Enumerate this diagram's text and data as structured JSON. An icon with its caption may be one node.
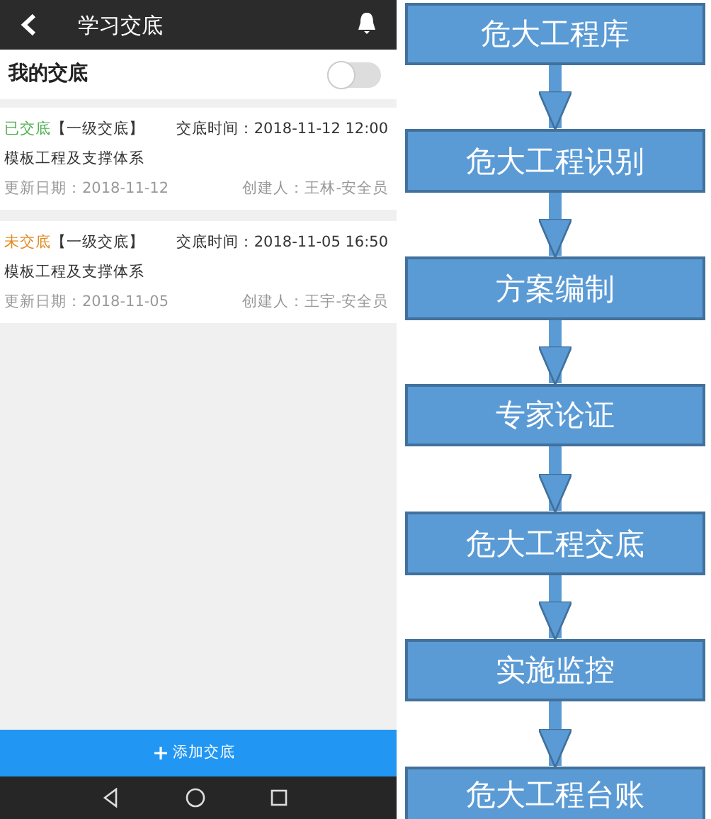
{
  "diagram": {
    "nodes": [
      {
        "text": [
          "危大工程库"
        ]
      },
      {
        "text": [
          "危大工程识别"
        ]
      },
      {
        "text": [
          "方案编制"
        ]
      },
      {
        "text": [
          "专家论证"
        ]
      },
      {
        "text": [
          "危大工程交底"
        ]
      },
      {
        "text": [
          "实施监控"
        ]
      },
      {
        "text": [
          "危大工程台账"
        ]
      }
    ],
    "edges": [
      {
        "from": 0,
        "to": 1,
        "arrow": "to"
      },
      {
        "from": 1,
        "to": 2,
        "arrow": "to"
      },
      {
        "from": 2,
        "to": 3,
        "arrow": "to"
      },
      {
        "from": 3,
        "to": 4,
        "arrow": "to"
      },
      {
        "from": 4,
        "to": 5,
        "arrow": "to"
      },
      {
        "from": 5,
        "to": 6,
        "arrow": "to"
      }
    ],
    "labels": [
      "学习交底",
      "我的交底",
      "已交底",
      "【一级交底】",
      "交底时间：2018-11-12 12:00",
      "模板工程及支撑体系",
      "更新日期：2018-11-12",
      "创建人：王林-安全员",
      "未交底",
      "【一级交底】",
      "交底时间：2018-11-05 16:50",
      "模板工程及支撑体系",
      "更新日期：2018-11-05",
      "创建人：王宇-安全员",
      "添加交底"
    ]
  }
}
